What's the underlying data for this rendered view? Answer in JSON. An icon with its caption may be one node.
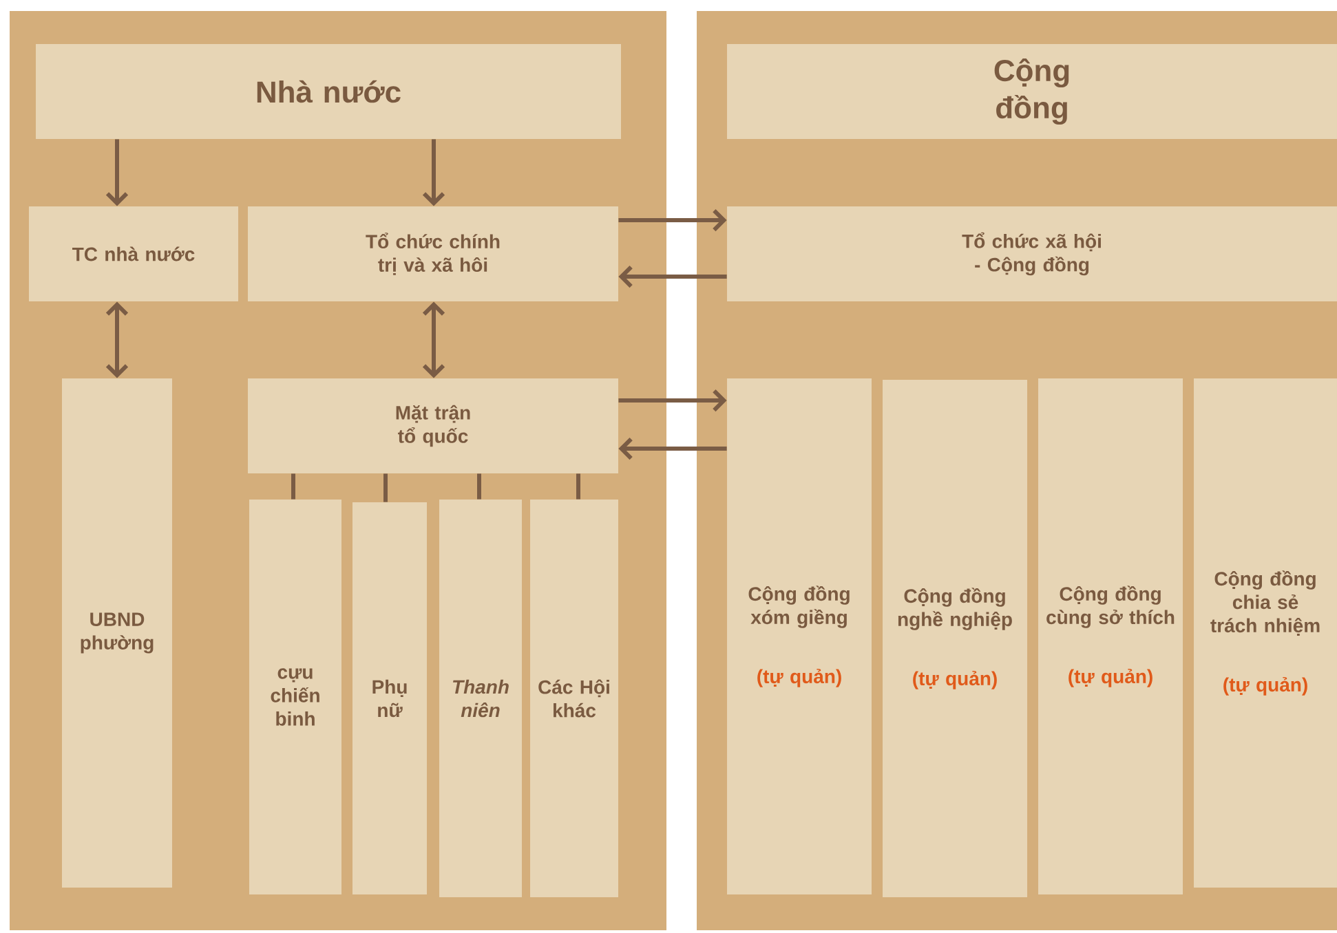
{
  "diagram": {
    "nodes": [
      {
        "text": [],
        "shape": "box"
      },
      {
        "text": [
          "Nhà nước"
        ],
        "in": 0
      },
      {
        "text": [
          "TC nhà nước"
        ],
        "in": 0
      },
      {
        "text": [
          "Tổ chức chính trị và xã hôi"
        ],
        "in": 0
      },
      {
        "text": [
          "UBND phường"
        ],
        "in": 0
      },
      {
        "text": [
          "Mặt trận tổ quốc"
        ],
        "in": 0
      },
      {
        "text": [
          "cựu chiến binh"
        ],
        "in": 0
      },
      {
        "text": [
          "Phụ nữ"
        ],
        "in": 0
      },
      {
        "text": [
          "Thanh niên"
        ],
        "in": 0
      },
      {
        "text": [
          "Các Hội khác"
        ],
        "in": 0
      },
      {
        "text": [],
        "shape": "box"
      },
      {
        "text": [
          "Cộng đồng"
        ],
        "in": 10
      },
      {
        "text": [
          "Tổ chức xã hội - Cộng đồng"
        ],
        "in": 10
      },
      {
        "text": [
          "Cộng đồng xóm giềng",
          "(tự quản)"
        ],
        "in": 10
      },
      {
        "text": [
          "Cộng đồng nghề nghiệp",
          "(tự quản)"
        ],
        "in": 10
      },
      {
        "text": [
          "Cộng đồng cùng sở thích",
          "(tự quản)"
        ],
        "in": 10
      },
      {
        "text": [
          "Cộng đồng chia sẻ trách nhiệm",
          "(tự quản)"
        ],
        "in": 10
      }
    ],
    "edges": [
      {
        "from": 1,
        "to": 2,
        "arrow": "to"
      },
      {
        "from": 1,
        "to": 3,
        "arrow": "to"
      },
      {
        "from": 2,
        "to": 4,
        "arrow": "both"
      },
      {
        "from": 3,
        "to": 5,
        "arrow": "both"
      },
      {
        "from": 3,
        "to": 12,
        "arrow": "to"
      },
      {
        "from": 12,
        "to": 3,
        "arrow": "to"
      },
      {
        "from": 5,
        "to": 13,
        "arrow": "to"
      },
      {
        "from": 13,
        "to": 5,
        "arrow": "to"
      },
      {
        "from": 5,
        "to": 6,
        "arrow": "none"
      },
      {
        "from": 5,
        "to": 7,
        "arrow": "none"
      },
      {
        "from": 5,
        "to": 8,
        "arrow": "none"
      },
      {
        "from": 5,
        "to": 9,
        "arrow": "none"
      }
    ]
  }
}
